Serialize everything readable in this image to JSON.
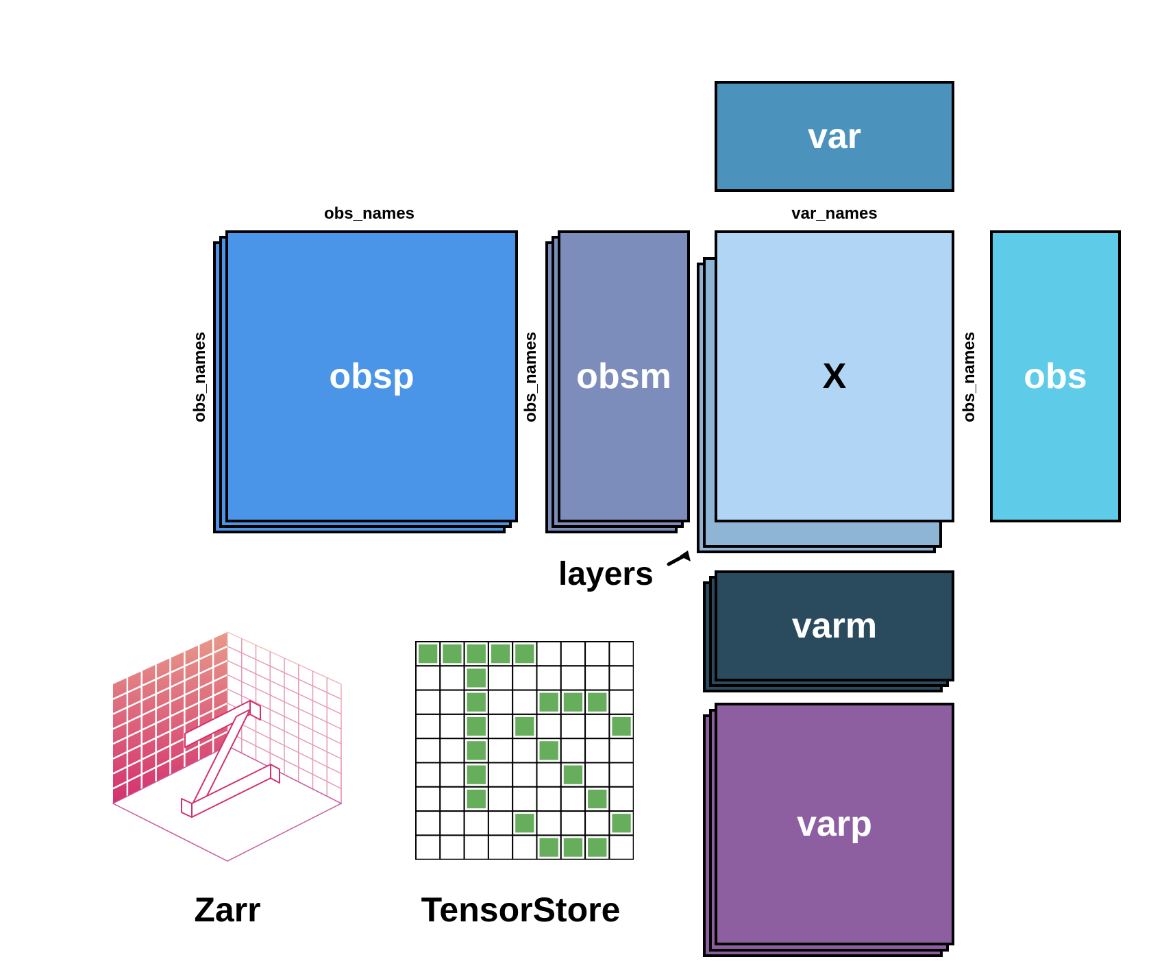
{
  "colors": {
    "obsp": "#4a95e8",
    "obsm": "#7d8dbb",
    "x": "#b0d5f5",
    "layers": "#8fb5d6",
    "var": "#4b93bc",
    "obs": "#5ecbe8",
    "varm": "#2a4a5e",
    "varp": "#8d5ea0",
    "zarr_left": "#d4366f",
    "zarr_top": "#e79a8a",
    "tensor_cell": "#66ad5c"
  },
  "blocks": {
    "var": "var",
    "obsp": "obsp",
    "obsm": "obsm",
    "x": "X",
    "obs": "obs",
    "varm": "varm",
    "varp": "varp",
    "layers": "layers"
  },
  "axis_labels": {
    "obsp_top": "obs_names",
    "x_top": "var_names",
    "obsp_side": "obs_names",
    "obsm_side": "obs_names",
    "obs_side": "obs_names"
  },
  "logos": {
    "zarr": "Zarr",
    "tensorstore": "TensorStore"
  },
  "icons": {
    "zarr": "zarr-logo-icon",
    "tensorstore": "tensorstore-grid-icon",
    "arrow": "arrow-icon"
  }
}
